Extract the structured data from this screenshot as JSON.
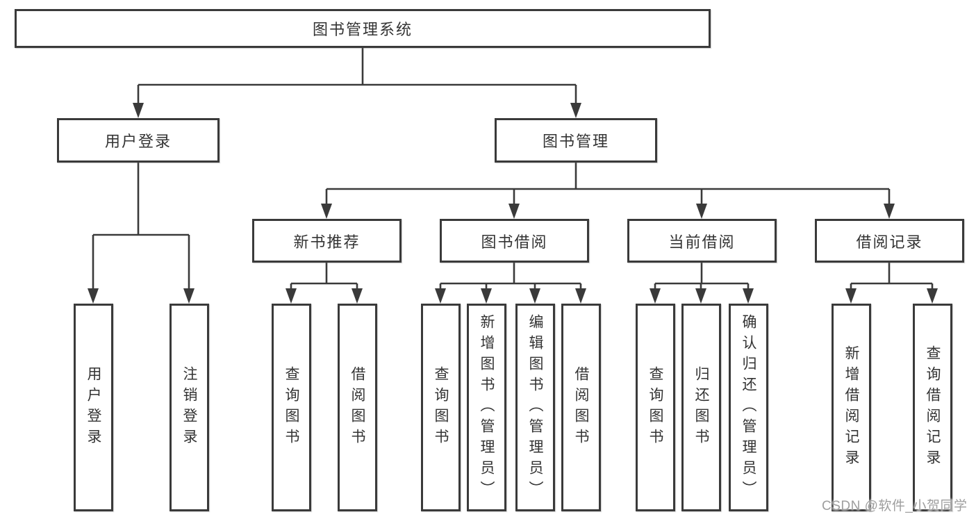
{
  "diagram": {
    "title": "图书管理系统",
    "colors": {
      "line": "#3a3a3a",
      "box_border": "#3a3a3a",
      "text": "#333333",
      "background": "#ffffff",
      "watermark": "#9e9e9e"
    },
    "nodes": {
      "root": {
        "label": "图书管理系统"
      },
      "level2": [
        {
          "label": "用户登录",
          "parent": "图书管理系统"
        },
        {
          "label": "图书管理",
          "parent": "图书管理系统"
        }
      ],
      "level3": [
        {
          "label": "新书推荐",
          "parent": "图书管理"
        },
        {
          "label": "图书借阅",
          "parent": "图书管理"
        },
        {
          "label": "当前借阅",
          "parent": "图书管理"
        },
        {
          "label": "借阅记录",
          "parent": "图书管理"
        }
      ],
      "leaves": [
        {
          "label": "用户登录",
          "parent": "用户登录"
        },
        {
          "label": "注销登录",
          "parent": "用户登录"
        },
        {
          "label": "查询图书",
          "parent": "新书推荐"
        },
        {
          "label": "借阅图书",
          "parent": "新书推荐"
        },
        {
          "label": "查询图书",
          "parent": "图书借阅"
        },
        {
          "label": "新增图书（管理员）",
          "parent": "图书借阅"
        },
        {
          "label": "编辑图书（管理员）",
          "parent": "图书借阅"
        },
        {
          "label": "借阅图书",
          "parent": "图书借阅"
        },
        {
          "label": "查询图书",
          "parent": "当前借阅"
        },
        {
          "label": "归还图书",
          "parent": "当前借阅"
        },
        {
          "label": "确认归还（管理员）",
          "parent": "当前借阅"
        },
        {
          "label": "新增借阅记录",
          "parent": "借阅记录"
        },
        {
          "label": "查询借阅记录",
          "parent": "借阅记录"
        }
      ]
    },
    "watermark": "CSDN @软件_小贺同学"
  }
}
